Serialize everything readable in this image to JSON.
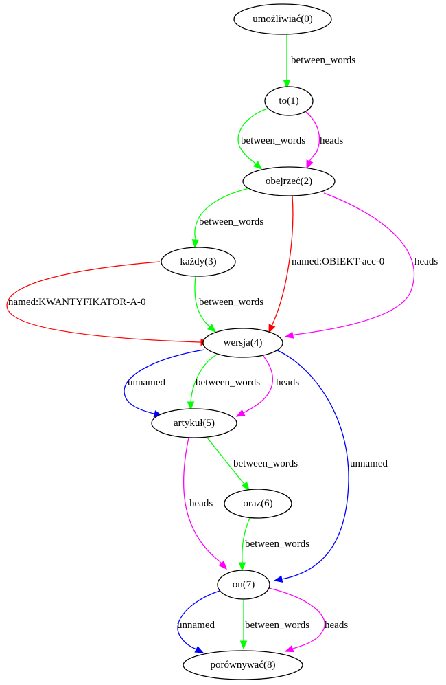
{
  "colors": {
    "between_words": "#00ff00",
    "heads": "#ff00ff",
    "named": "#ff0000",
    "unnamed": "#0000ff"
  },
  "nodes": [
    {
      "id": "n0",
      "label": "umożliwiać(0)"
    },
    {
      "id": "n1",
      "label": "to(1)"
    },
    {
      "id": "n2",
      "label": "obejrzeć(2)"
    },
    {
      "id": "n3",
      "label": "każdy(3)"
    },
    {
      "id": "n4",
      "label": "wersja(4)"
    },
    {
      "id": "n5",
      "label": "artykuł(5)"
    },
    {
      "id": "n6",
      "label": "oraz(6)"
    },
    {
      "id": "n7",
      "label": "on(7)"
    },
    {
      "id": "n8",
      "label": "porównywać(8)"
    }
  ],
  "edges": [
    {
      "id": "e0",
      "from": "n0",
      "to": "n1",
      "label": "between_words",
      "kind": "between_words"
    },
    {
      "id": "e1",
      "from": "n1",
      "to": "n2",
      "label": "between_words",
      "kind": "between_words"
    },
    {
      "id": "e2",
      "from": "n1",
      "to": "n2",
      "label": "heads",
      "kind": "heads"
    },
    {
      "id": "e3",
      "from": "n2",
      "to": "n3",
      "label": "between_words",
      "kind": "between_words"
    },
    {
      "id": "e4",
      "from": "n2",
      "to": "n4",
      "label": "named:OBIEKT-acc-0",
      "kind": "named"
    },
    {
      "id": "e5",
      "from": "n2",
      "to": "n4",
      "label": "heads",
      "kind": "heads"
    },
    {
      "id": "e6",
      "from": "n3",
      "to": "n4",
      "label": "named:KWANTYFIKATOR-A-0",
      "kind": "named"
    },
    {
      "id": "e7",
      "from": "n3",
      "to": "n4",
      "label": "between_words",
      "kind": "between_words"
    },
    {
      "id": "e8",
      "from": "n4",
      "to": "n5",
      "label": "unnamed",
      "kind": "unnamed"
    },
    {
      "id": "e9",
      "from": "n4",
      "to": "n5",
      "label": "between_words",
      "kind": "between_words"
    },
    {
      "id": "e10",
      "from": "n4",
      "to": "n5",
      "label": "heads",
      "kind": "heads"
    },
    {
      "id": "e11",
      "from": "n4",
      "to": "n7",
      "label": "unnamed",
      "kind": "unnamed"
    },
    {
      "id": "e12",
      "from": "n5",
      "to": "n6",
      "label": "between_words",
      "kind": "between_words"
    },
    {
      "id": "e13",
      "from": "n5",
      "to": "n7",
      "label": "heads",
      "kind": "heads"
    },
    {
      "id": "e14",
      "from": "n6",
      "to": "n7",
      "label": "between_words",
      "kind": "between_words"
    },
    {
      "id": "e15",
      "from": "n7",
      "to": "n8",
      "label": "unnamed",
      "kind": "unnamed"
    },
    {
      "id": "e16",
      "from": "n7",
      "to": "n8",
      "label": "between_words",
      "kind": "between_words"
    },
    {
      "id": "e17",
      "from": "n7",
      "to": "n8",
      "label": "heads",
      "kind": "heads"
    }
  ]
}
